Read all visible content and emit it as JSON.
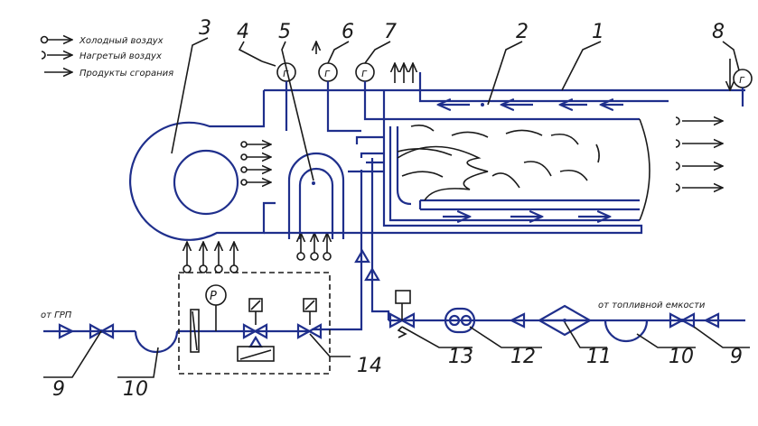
{
  "legend": {
    "cold_air": "Холодный воздух",
    "heated_air": "Нагретый воздух",
    "combustion": "Продукты сгорания"
  },
  "side_labels": {
    "left": "от ГРП",
    "right": "от топливной емкости"
  },
  "callouts": {
    "n1": "1",
    "n2": "2",
    "n3": "3",
    "n4": "4",
    "n5": "5",
    "n6": "6",
    "n7": "7",
    "n8": "8",
    "n9_left": "9",
    "n9_right": "9",
    "n10_left": "10",
    "n10_right": "10",
    "n11": "11",
    "n12": "12",
    "n13": "13",
    "n14": "14"
  },
  "gauges": {
    "temp_symbol": "г",
    "pressure_symbol": "P"
  }
}
